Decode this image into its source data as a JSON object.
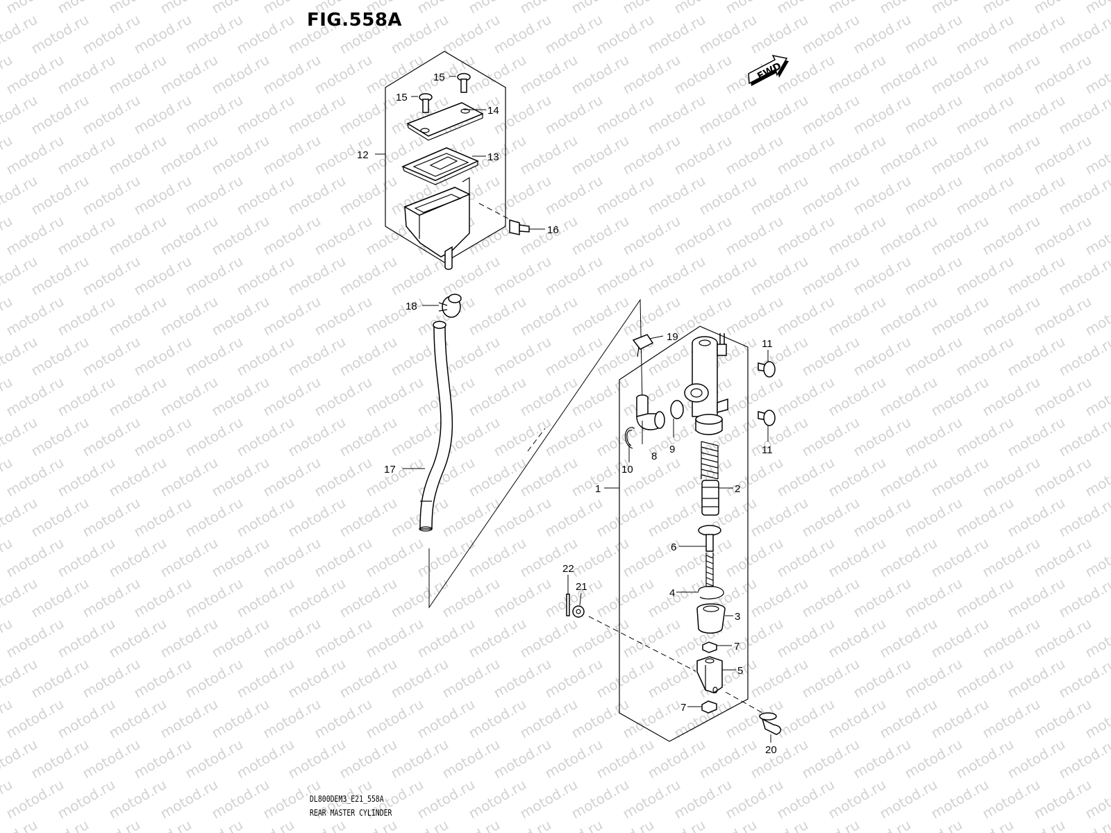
{
  "figure": {
    "title": "FIG.558A",
    "code": "DL800DEM3_E21_558A",
    "name": "REAR MASTER CYLINDER"
  },
  "watermark": {
    "text": "motod.ru",
    "color": "#d2d2d2"
  },
  "fwd_badge": {
    "label": "FWD"
  },
  "callouts": [
    "1",
    "2",
    "3",
    "4",
    "5",
    "6",
    "7",
    "7",
    "8",
    "9",
    "10",
    "11",
    "11",
    "12",
    "13",
    "14",
    "15",
    "15",
    "16",
    "17",
    "18",
    "19",
    "20",
    "21",
    "22"
  ],
  "icons": [
    "fwd-arrow-icon"
  ]
}
